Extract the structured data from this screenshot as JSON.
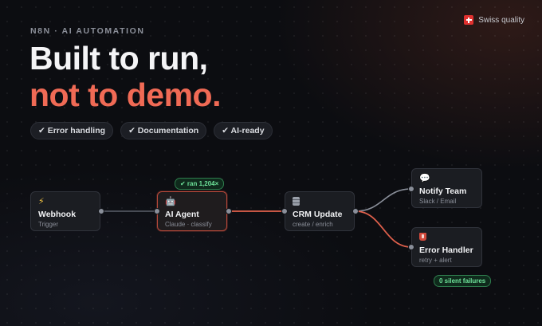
{
  "header": {
    "eyebrow": "N8N · AI AUTOMATION",
    "headline_line1": "Built to run,",
    "headline_line2": "not to demo.",
    "quality_label": "Swiss quality",
    "quality_icon": "swiss-flag-icon"
  },
  "feature_badges": [
    {
      "label": "✔ Error handling"
    },
    {
      "label": "✔ Documentation"
    },
    {
      "label": "✔ AI-ready"
    }
  ],
  "workflow": {
    "nodes": [
      {
        "id": "webhook",
        "icon": "lightning-icon",
        "glyph": "⚡",
        "title": "Webhook",
        "subtitle": "Trigger"
      },
      {
        "id": "ai-agent",
        "icon": "robot-icon",
        "glyph": "🤖",
        "title": "AI Agent",
        "subtitle": "Claude · classify"
      },
      {
        "id": "crm-update",
        "icon": "database-icon",
        "glyph": "",
        "title": "CRM Update",
        "subtitle": "create / enrich"
      },
      {
        "id": "notify-team",
        "icon": "chat-bubble-icon",
        "glyph": "💬",
        "title": "Notify Team",
        "subtitle": "Slack / Email"
      },
      {
        "id": "error-handler",
        "icon": "shield-icon",
        "glyph": "",
        "title": "Error Handler",
        "subtitle": "retry + alert"
      }
    ],
    "status_tags": {
      "ai_agent_runs": "✔ ran 1,204×",
      "error_handler_failures": "0 silent failures"
    }
  },
  "colors": {
    "accent": "#f06a55",
    "success": "#6ee39a",
    "wire": "#5a5f6a"
  }
}
